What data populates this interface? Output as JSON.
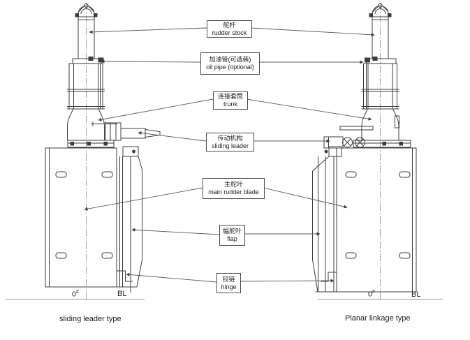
{
  "diagram": {
    "title_hint": "flap rudder types drawing",
    "labels": [
      {
        "id": "rudder-stock",
        "cn": "舵杆",
        "en": "rudder stock"
      },
      {
        "id": "oil-pipe",
        "cn": "加油管(可选装)",
        "en": "oil pipe (optional)"
      },
      {
        "id": "trunk",
        "cn": "连接套筒",
        "en": "trunk"
      },
      {
        "id": "sliding-leader",
        "cn": "传动机构",
        "en": "sliding leader"
      },
      {
        "id": "main-rudder-blade",
        "cn": "主舵叶",
        "en": "main rudder blade"
      },
      {
        "id": "flap",
        "cn": "幅舵叶",
        "en": "flap"
      },
      {
        "id": "hinge",
        "cn": "铰链",
        "en": "hinge"
      }
    ],
    "captions": {
      "left": "sliding leader type",
      "right": "Planar linkage type"
    },
    "baseline_marks": {
      "station_zero": "0",
      "station_zero_sup": "#",
      "baseline": "BL"
    },
    "colors": {
      "line": "#3c3c3c",
      "leader_line": "#5a5a5a",
      "centerline": "#8a8a8a",
      "baseline": "#9a9a9a",
      "background": "#ffffff",
      "box_border": "#4d4d4d"
    }
  }
}
